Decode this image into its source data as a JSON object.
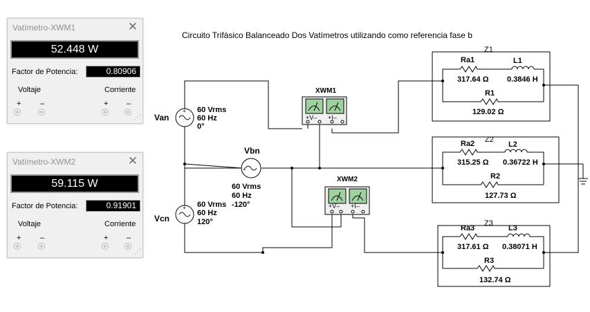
{
  "wattmeter1": {
    "title": "Vatímetro-XWM1",
    "reading": "52.448 W",
    "pf_label": "Factor de Potencia:",
    "pf_value": "0.80906",
    "voltage_label": "Voltaje",
    "current_label": "Corriente",
    "plus": "+",
    "minus": "–",
    "close": "✕"
  },
  "wattmeter2": {
    "title": "Vatímetro-XWM2",
    "reading": "59.115 W",
    "pf_label": "Factor de Potencia:",
    "pf_value": "0.91901",
    "voltage_label": "Voltaje",
    "current_label": "Corriente",
    "plus": "+",
    "minus": "–",
    "close": "✕"
  },
  "schematic": {
    "title": "Circuito Trifásico Balanceado Dos Vatímetros utilizando como referencia fase b",
    "sources": [
      {
        "name": "Van",
        "l1": "60 Vrms",
        "l2": "60 Hz",
        "l3": "0°"
      },
      {
        "name": "Vbn",
        "l1": "60 Vrms",
        "l2": "60 Hz",
        "l3": "-120°"
      },
      {
        "name": "Vcn",
        "l1": "60 Vrms",
        "l2": "60 Hz",
        "l3": "120°"
      }
    ],
    "meters": [
      {
        "name": "XWM1",
        "v": "+V–",
        "i": "+I–"
      },
      {
        "name": "XWM2",
        "v": "+V–",
        "i": "+I–"
      }
    ],
    "loads": [
      {
        "name": "Z1",
        "ra": "Ra1",
        "ra_val": "317.64 Ω",
        "l": "L1",
        "l_val": "0.3846 H",
        "r": "R1",
        "r_val": "129.02 Ω"
      },
      {
        "name": "Z2",
        "ra": "Ra2",
        "ra_val": "315.25 Ω",
        "l": "L2",
        "l_val": "0.36722 H",
        "r": "R2",
        "r_val": "127.73 Ω"
      },
      {
        "name": "Z3",
        "ra": "Ra3",
        "ra_val": "317.61 Ω",
        "l": "L3",
        "l_val": "0.38071 H",
        "r": "R3",
        "r_val": "132.74 Ω"
      }
    ]
  }
}
